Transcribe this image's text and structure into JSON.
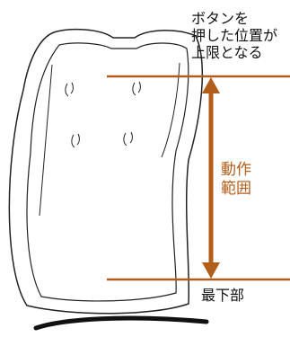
{
  "labels": {
    "upper_limit": "ボタンを\n押した位置が\n上限となる",
    "range": "動作\n範囲",
    "bottom": "最下部"
  },
  "colors": {
    "accent": "#b25e1a",
    "outline": "#222222",
    "text": "#111111"
  }
}
